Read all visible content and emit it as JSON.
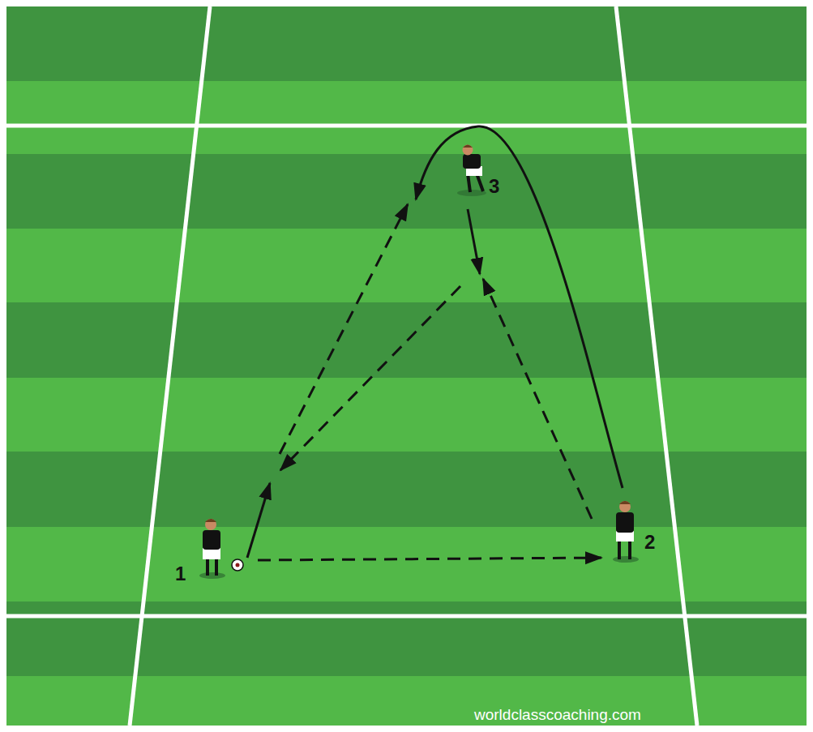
{
  "diagram": {
    "labels": [
      "1",
      "2",
      "3",
      "worldclasscoaching.com"
    ]
  }
}
